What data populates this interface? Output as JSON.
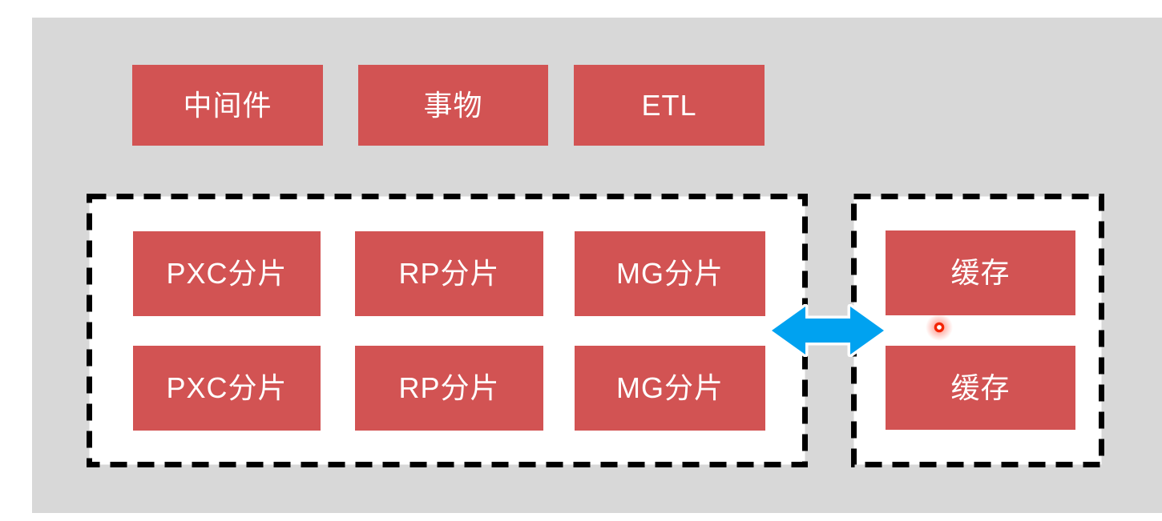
{
  "diagram": {
    "kind": "database-middleware-architecture-slide",
    "top_row": {
      "items": [
        {
          "label": "中间件"
        },
        {
          "label": "事物"
        },
        {
          "label": "ETL"
        }
      ]
    },
    "shard_cluster": {
      "rows": [
        [
          "PXC分片",
          "RP分片",
          "MG分片"
        ],
        [
          "PXC分片",
          "RP分片",
          "MG分片"
        ]
      ]
    },
    "cache_cluster": {
      "items": [
        "缓存",
        "缓存"
      ]
    },
    "arrow": {
      "type": "double-headed",
      "direction": "horizontal"
    },
    "laser_pointer": {
      "visible": true
    },
    "colors": {
      "page_background": "#ffffff",
      "canvas_background": "#d8d8d8",
      "box_red": "#d25353",
      "box_text": "#ffffff",
      "dashed_border": "#000000",
      "container_fill": "#ffffff",
      "arrow_blue": "#00a2f0",
      "laser_red": "#f32405"
    }
  }
}
